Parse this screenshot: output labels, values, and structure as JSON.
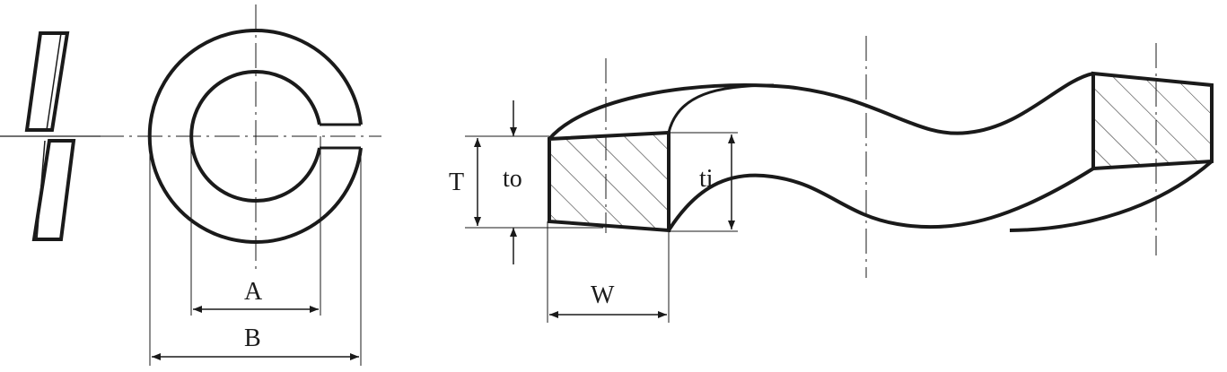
{
  "diagram": {
    "line_color": "#1a1a1a",
    "background": "#ffffff",
    "labels": {
      "inner_diameter": "A",
      "outer_diameter": "B",
      "thickness": "T",
      "outer_thickness": "to",
      "inner_thickness": "ti",
      "width": "W"
    }
  }
}
